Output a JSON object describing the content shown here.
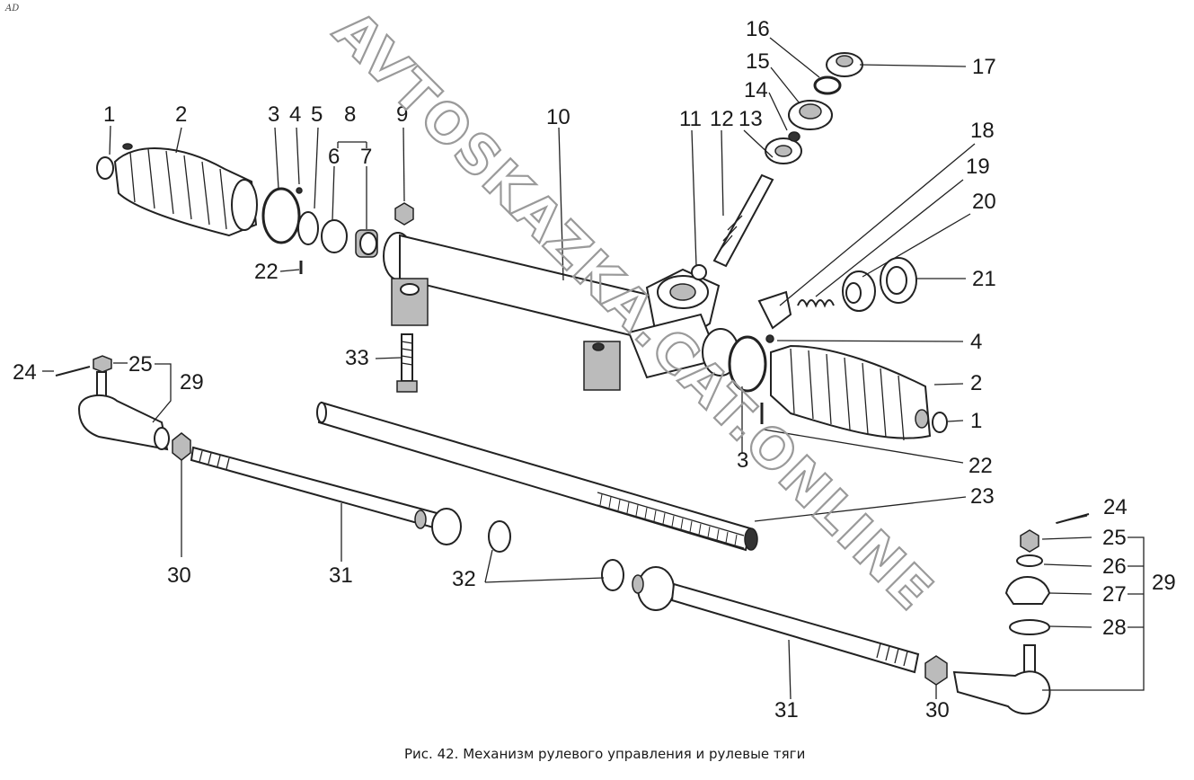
{
  "corner_mark": "AD",
  "watermark": "AVTOSKAZKA.CAT.ONLINE",
  "caption": "Рис. 42. Механизм рулевого управления и рулевые тяги",
  "labels": {
    "l1a": "1",
    "l2a": "2",
    "l3a": "3",
    "l4a": "4",
    "l5": "5",
    "l8": "8",
    "l6": "6",
    "l7": "7",
    "l9": "9",
    "l10": "10",
    "l11": "11",
    "l12": "12",
    "l13": "13",
    "l14": "14",
    "l15": "15",
    "l16": "16",
    "l17": "17",
    "l18": "18",
    "l19": "19",
    "l20": "20",
    "l21": "21",
    "l22a": "22",
    "l33": "33",
    "l4b": "4",
    "l2b": "2",
    "l1b": "1",
    "l22b": "22",
    "l3b": "3",
    "l23": "23",
    "l24a": "24",
    "l25a": "25",
    "l29a": "29",
    "l30a": "30",
    "l31a": "31",
    "l32": "32",
    "l24b": "24",
    "l25b": "25",
    "l26": "26",
    "l27": "27",
    "l28": "28",
    "l29b": "29",
    "l31b": "31",
    "l30b": "30"
  }
}
